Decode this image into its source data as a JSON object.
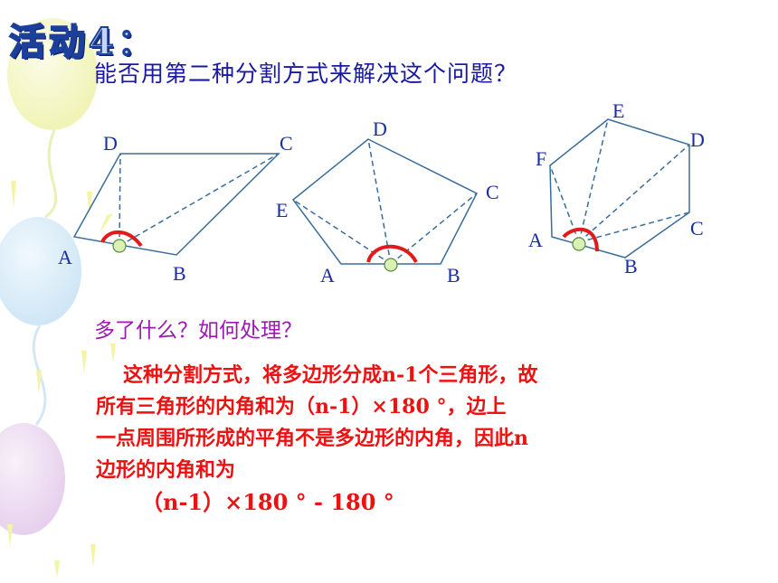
{
  "title": "活动4：",
  "question": "能否用第二种分割方式来解决这个问题？",
  "sub_question": "多了什么？如何处理？",
  "explanation": {
    "line1": "这种分割方式，将多边形分成n-1个三角形，故",
    "line2": "所有三角形的内角和为（n-1）×180 °，边上",
    "line3": "一点周围所形成的平角不是多边形的内角，因此n",
    "line4": "边形的内角和为",
    "formula": "（n-1）×180 ° - 180 °"
  },
  "figures": {
    "quadrilateral": {
      "labels": [
        "D",
        "C",
        "A",
        "B"
      ]
    },
    "pentagon": {
      "labels": [
        "D",
        "C",
        "E",
        "A",
        "B"
      ]
    },
    "hexagon": {
      "labels": [
        "E",
        "D",
        "F",
        "C",
        "A",
        "B"
      ]
    }
  },
  "colors": {
    "title_fill": "#c7d6ef",
    "title_stroke": "#1d3f9c",
    "question": "#1a1aa0",
    "sub_question": "#9b1bb0",
    "explanation": "#ee1111",
    "polygon_line": "#3a6d9a",
    "angle_arc": "#e11b1b",
    "point_fill": "#d9f2b4"
  }
}
